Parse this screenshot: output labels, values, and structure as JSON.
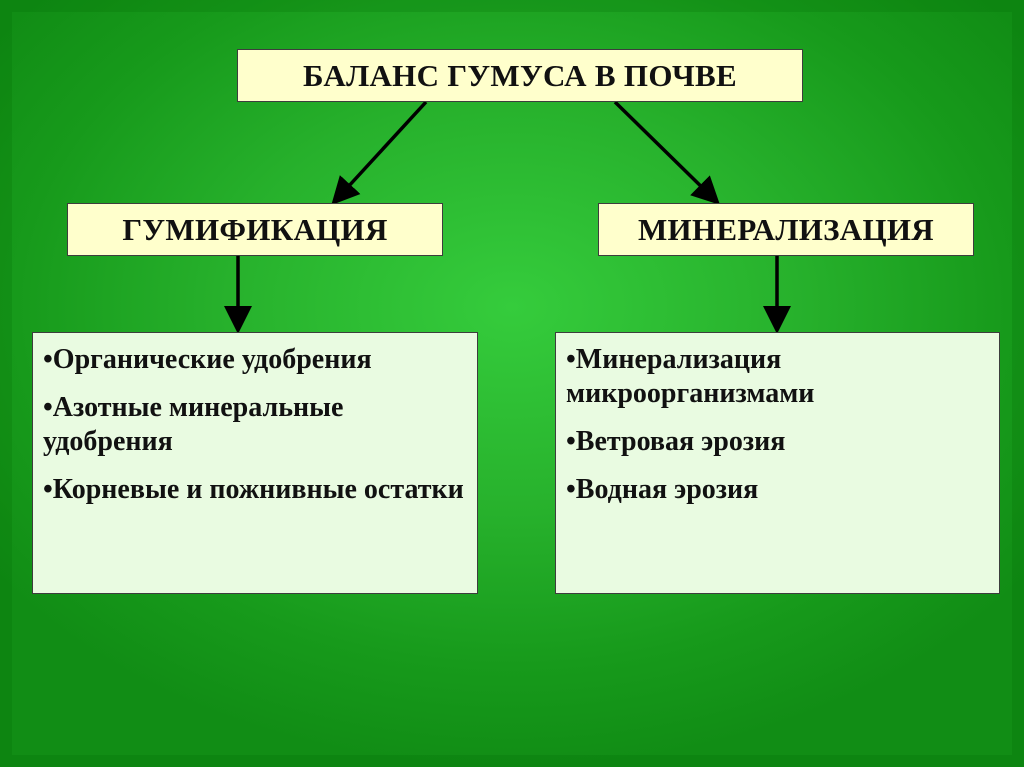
{
  "diagram": {
    "title": "БАЛАНС ГУМУСА В ПОЧВЕ",
    "left_branch": {
      "label": "ГУМИФИКАЦИЯ",
      "items": [
        "•Органические удобрения",
        "•Азотные минеральные удобрения",
        "•Корневые и пожнивные остатки"
      ]
    },
    "right_branch": {
      "label": "МИНЕРАЛИЗАЦИЯ",
      "items": [
        "•Минерализация микроорганизмами",
        "•Ветровая эрозия",
        "•Водная эрозия"
      ]
    }
  },
  "colors": {
    "background": "#27b12c",
    "header_box": "#ffffcc",
    "list_box": "#e9fbe1",
    "arrow": "#000000"
  }
}
